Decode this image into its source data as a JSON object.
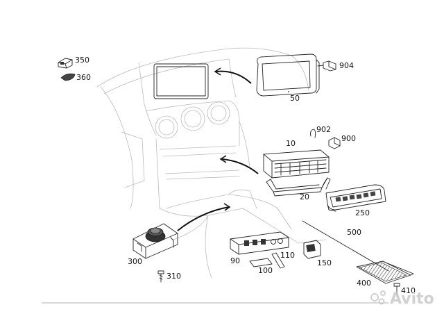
{
  "parts": {
    "p350": "350",
    "p360": "360",
    "p904": "904",
    "p50": "50",
    "p902": "902",
    "p10": "10",
    "p900": "900",
    "p20": "20",
    "p250": "250",
    "p500": "500",
    "p300": "300",
    "p310": "310",
    "p90": "90",
    "p110": "110",
    "p100": "100",
    "p150": "150",
    "p400": "400",
    "p410": "410"
  },
  "watermark": "Avito",
  "colors": {
    "line": "#222222",
    "faint": "#bbbbbb",
    "watermark": "#c8c8c8"
  }
}
